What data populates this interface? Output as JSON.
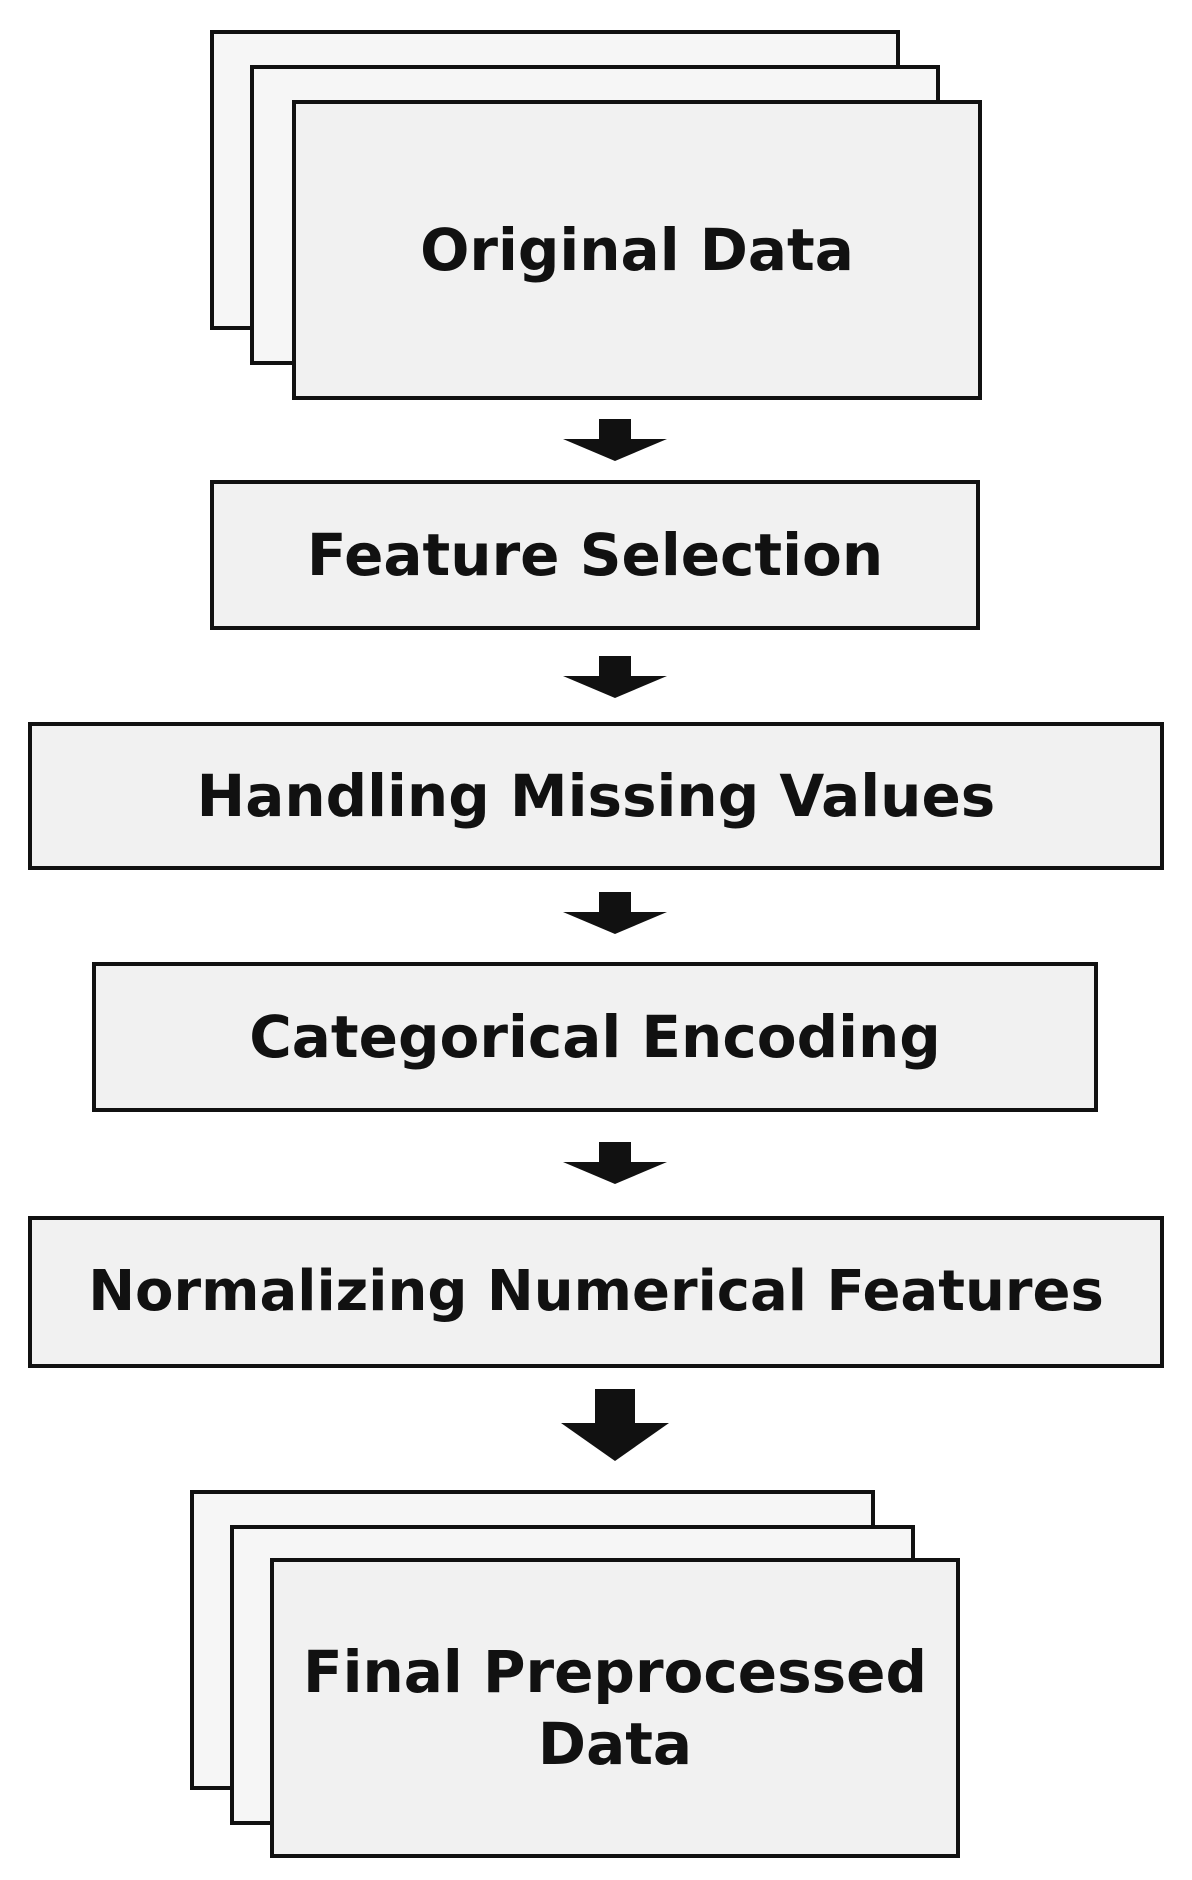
{
  "diagram": {
    "steps": [
      {
        "id": "original",
        "label": "Original Data"
      },
      {
        "id": "feature-selection",
        "label": "Feature Selection"
      },
      {
        "id": "missing-values",
        "label": "Handling Missing Values"
      },
      {
        "id": "categorical-encoding",
        "label": "Categorical Encoding"
      },
      {
        "id": "normalizing",
        "label": "Normalizing Numerical Features"
      },
      {
        "id": "final",
        "label_line1": "Final Preprocessed",
        "label_line2": "Data"
      }
    ],
    "colors": {
      "box_fill": "#f1f1f1",
      "border": "#111111",
      "text": "#111111",
      "arrow": "#111111"
    }
  }
}
